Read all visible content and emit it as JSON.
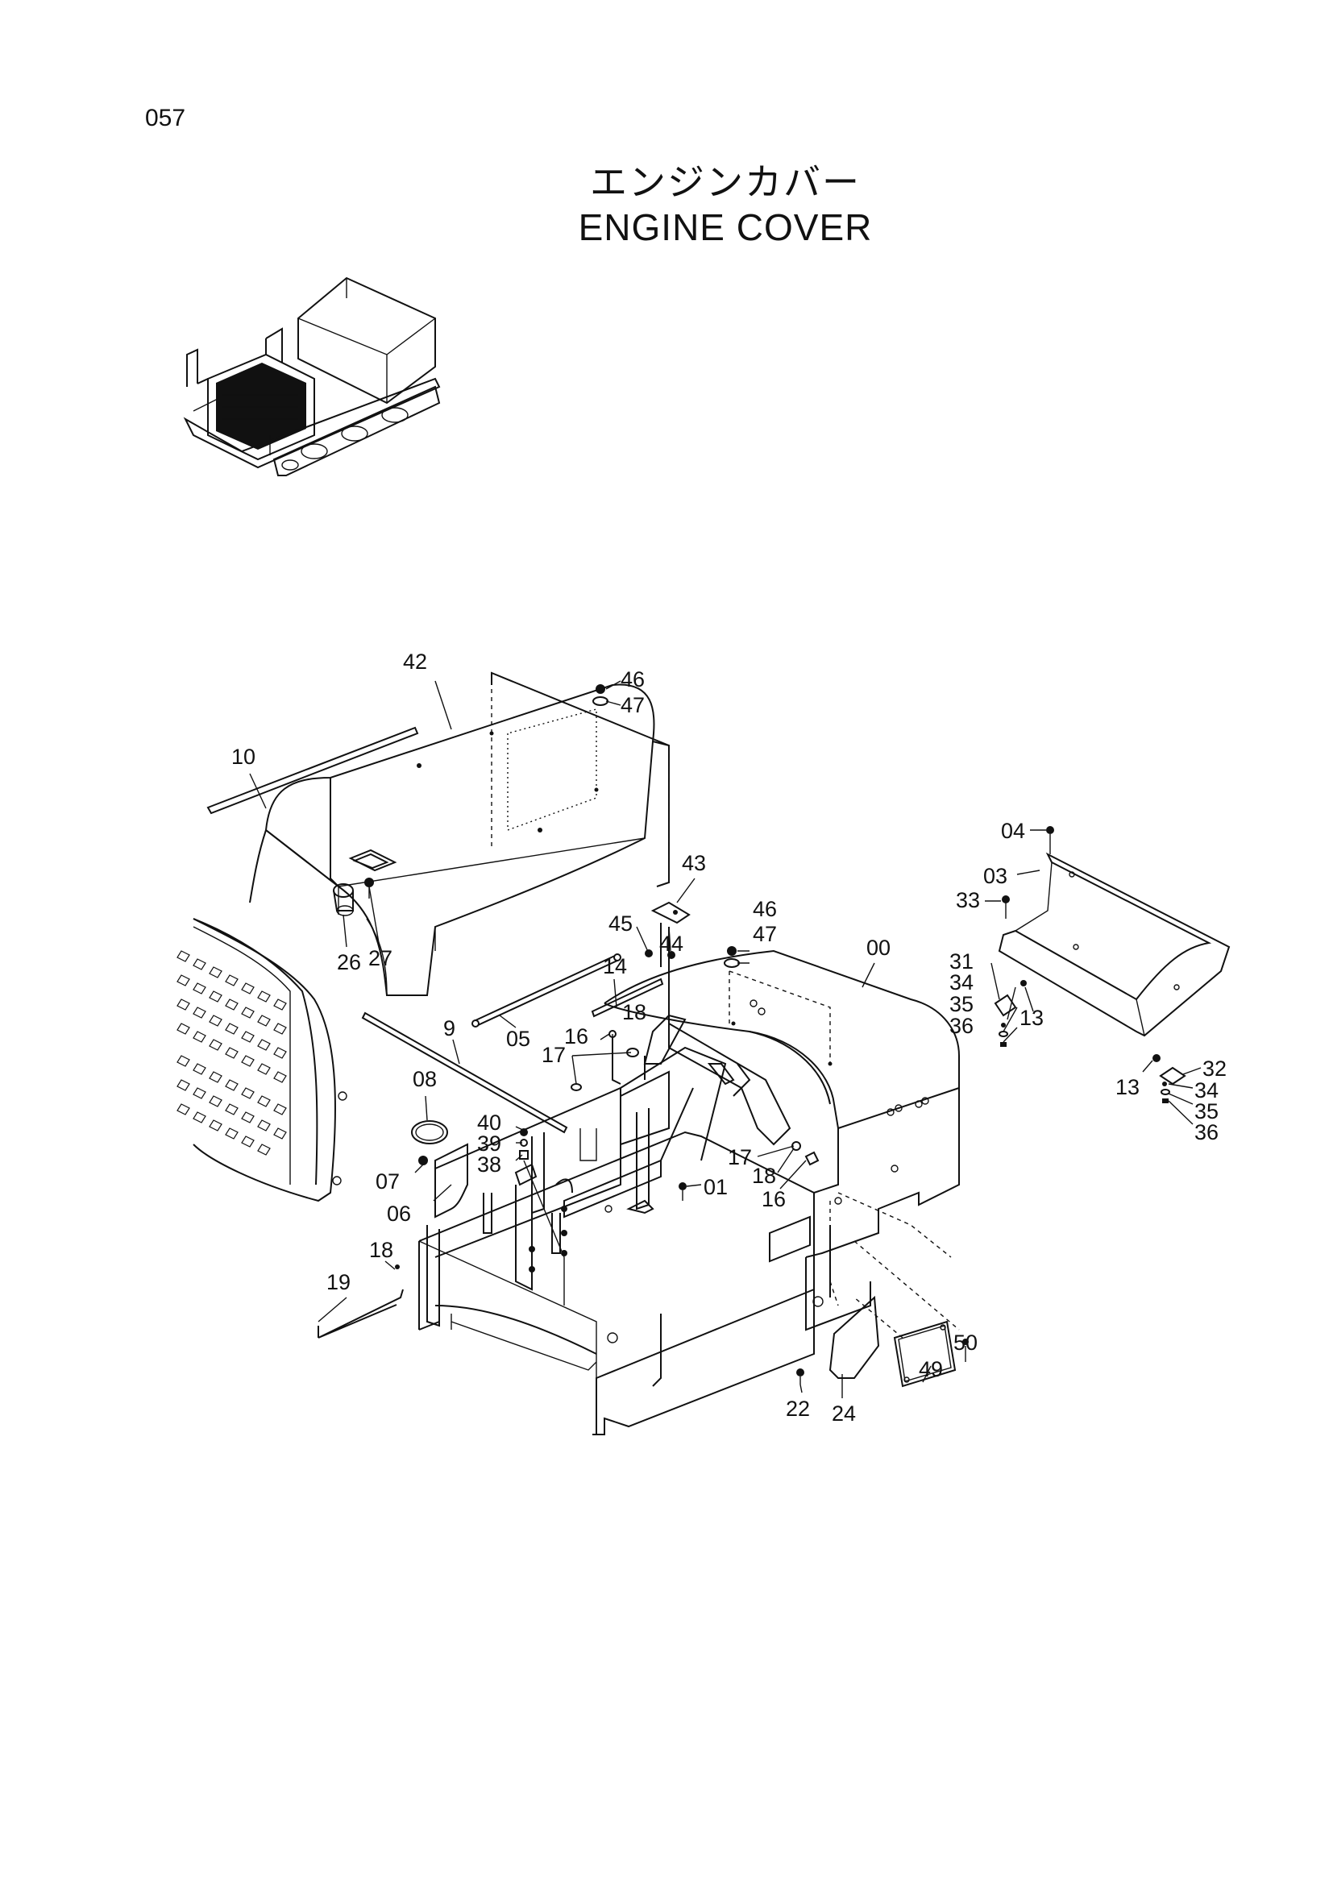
{
  "page_number": "057",
  "title_japanese": "エンジンカバー",
  "title_english": "ENGINE COVER",
  "callouts": [
    {
      "id": "42",
      "label": "42"
    },
    {
      "id": "46a",
      "label": "46"
    },
    {
      "id": "47a",
      "label": "47"
    },
    {
      "id": "10",
      "label": "10"
    },
    {
      "id": "43",
      "label": "43"
    },
    {
      "id": "45",
      "label": "45"
    },
    {
      "id": "44",
      "label": "44"
    },
    {
      "id": "46b",
      "label": "46"
    },
    {
      "id": "47b",
      "label": "47"
    },
    {
      "id": "26",
      "label": "26"
    },
    {
      "id": "27",
      "label": "27"
    },
    {
      "id": "14",
      "label": "14"
    },
    {
      "id": "18a",
      "label": "18"
    },
    {
      "id": "16a",
      "label": "16"
    },
    {
      "id": "17a",
      "label": "17"
    },
    {
      "id": "05",
      "label": "05"
    },
    {
      "id": "9",
      "label": "9"
    },
    {
      "id": "08",
      "label": "08"
    },
    {
      "id": "40",
      "label": "40"
    },
    {
      "id": "39",
      "label": "39"
    },
    {
      "id": "38",
      "label": "38"
    },
    {
      "id": "07",
      "label": "07"
    },
    {
      "id": "06",
      "label": "06"
    },
    {
      "id": "01",
      "label": "01"
    },
    {
      "id": "17b",
      "label": "17"
    },
    {
      "id": "18b",
      "label": "18"
    },
    {
      "id": "16b",
      "label": "16"
    },
    {
      "id": "00",
      "label": "00"
    },
    {
      "id": "18c",
      "label": "18"
    },
    {
      "id": "19",
      "label": "19"
    },
    {
      "id": "22",
      "label": "22"
    },
    {
      "id": "24",
      "label": "24"
    },
    {
      "id": "49",
      "label": "49"
    },
    {
      "id": "50",
      "label": "50"
    },
    {
      "id": "04",
      "label": "04"
    },
    {
      "id": "03",
      "label": "03"
    },
    {
      "id": "33",
      "label": "33"
    },
    {
      "id": "31",
      "label": "31"
    },
    {
      "id": "34a",
      "label": "34"
    },
    {
      "id": "35a",
      "label": "35"
    },
    {
      "id": "36a",
      "label": "36"
    },
    {
      "id": "13a",
      "label": "13"
    },
    {
      "id": "13b",
      "label": "13"
    },
    {
      "id": "32",
      "label": "32"
    },
    {
      "id": "34b",
      "label": "34"
    },
    {
      "id": "35b",
      "label": "35"
    },
    {
      "id": "36b",
      "label": "36"
    }
  ]
}
